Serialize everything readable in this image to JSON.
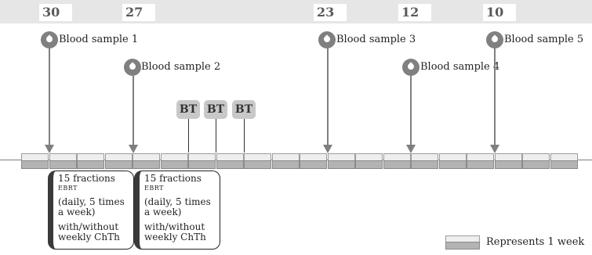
{
  "day_counts": [
    "30",
    "27",
    "23",
    "12",
    "10"
  ],
  "blood_samples": [
    {
      "label": "Blood sample 1",
      "icon": "blood-drop-icon"
    },
    {
      "label": "Blood sample 2",
      "icon": "blood-drop-icon"
    },
    {
      "label": "Blood sample 3",
      "icon": "blood-drop-icon"
    },
    {
      "label": "Blood sample 4",
      "icon": "blood-drop-icon"
    },
    {
      "label": "Blood sample 5",
      "icon": "blood-drop-icon"
    }
  ],
  "brachytherapy": [
    "BT",
    "BT",
    "BT"
  ],
  "treatment_blocks": [
    {
      "count": "15 fractions",
      "type": "EBRT",
      "schedule": "(daily, 5 times a week)",
      "chemo": "with/without weekly ChTh"
    },
    {
      "count": "15 fractions",
      "type": "EBRT",
      "schedule": "(daily, 5 times a week)",
      "chemo": "with/without weekly ChTh"
    }
  ],
  "legend": {
    "label": "Represents 1 week"
  },
  "colors": {
    "header_band": "#e6e6e6",
    "marker_grey": "#808080",
    "bt_fill": "#c8c8c8",
    "week_bottom": "#b3b3b3"
  }
}
